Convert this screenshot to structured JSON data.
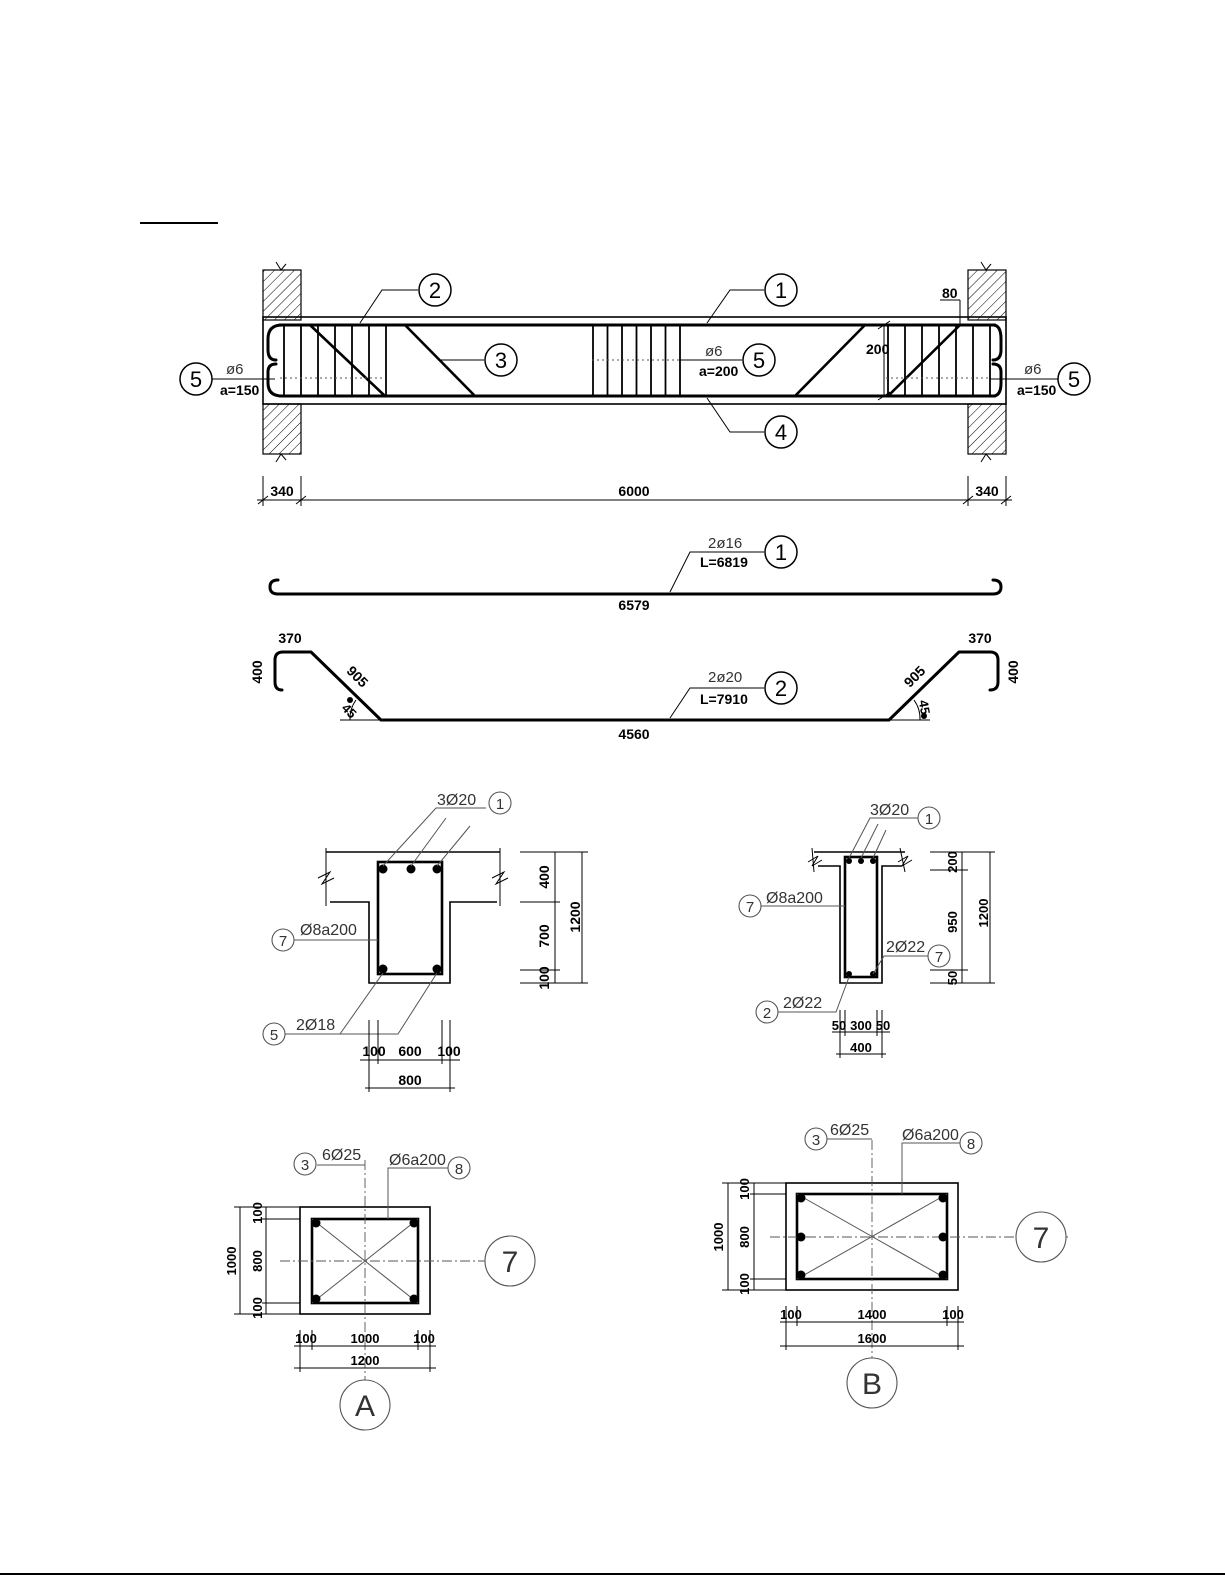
{
  "beam_elevation": {
    "marks": [
      "1",
      "2",
      "3",
      "4",
      "5",
      "5",
      "5"
    ],
    "stirrup_left": {
      "dia": "ø6",
      "spacing": "a=150"
    },
    "stirrup_mid": {
      "dia": "ø6",
      "spacing": "a=200"
    },
    "stirrup_right": {
      "dia": "ø6",
      "spacing": "a=150"
    },
    "cover_top": "80",
    "bend_height": "200",
    "dims": [
      "340",
      "6000",
      "340"
    ]
  },
  "bar1": {
    "mark": "1",
    "spec": "2ø16",
    "length": "L=6819",
    "dim": "6579"
  },
  "bar2": {
    "mark": "2",
    "spec": "2ø20",
    "length": "L=7910",
    "dim_bottom": "4560",
    "dim_top_left": "370",
    "dim_top_right": "370",
    "dim_hook_left": "400",
    "dim_hook_right": "400",
    "dim_slope_left": "905",
    "dim_slope_right": "905",
    "angle_left": "45",
    "angle_right": "45"
  },
  "section_t": {
    "top_bars": {
      "spec": "3Ø20",
      "mark": "1"
    },
    "stirrup": {
      "spec": "Ø8a200",
      "mark": "7"
    },
    "bottom_bars": {
      "spec": "2Ø18",
      "mark": "5"
    },
    "dims_right": [
      "400",
      "700",
      "100"
    ],
    "total_height": "1200",
    "dims_bottom": [
      "100",
      "600",
      "100"
    ],
    "total_width": "800"
  },
  "section_narrow": {
    "top_bars": {
      "spec": "3Ø20",
      "mark": "1"
    },
    "stirrup": {
      "spec": "Ø8a200",
      "mark": "7"
    },
    "side_bars": {
      "spec": "2Ø22",
      "mark": "7"
    },
    "bottom_bars": {
      "spec": "2Ø22",
      "mark": "2"
    },
    "dims_right": [
      "200",
      "950",
      "50"
    ],
    "total_height": "1200",
    "dims_bottom": [
      "50",
      "300",
      "50"
    ],
    "total_width": "400"
  },
  "column_a": {
    "bars": {
      "spec": "6Ø25",
      "mark": "3"
    },
    "ties": {
      "spec": "Ø6a200",
      "mark": "8"
    },
    "dims_left": [
      "100",
      "800",
      "100"
    ],
    "total_height": "1000",
    "dims_bottom": [
      "100",
      "1000",
      "100"
    ],
    "total_width": "1200",
    "axis_label": "7",
    "section_label": "A"
  },
  "column_b": {
    "bars": {
      "spec": "6Ø25",
      "mark": "3"
    },
    "ties": {
      "spec": "Ø6a200",
      "mark": "8"
    },
    "dims_left": [
      "100",
      "800",
      "100"
    ],
    "total_height": "1000",
    "dims_bottom": [
      "100",
      "1400",
      "100"
    ],
    "total_width": "1600",
    "axis_label": "7",
    "section_label": "B"
  }
}
